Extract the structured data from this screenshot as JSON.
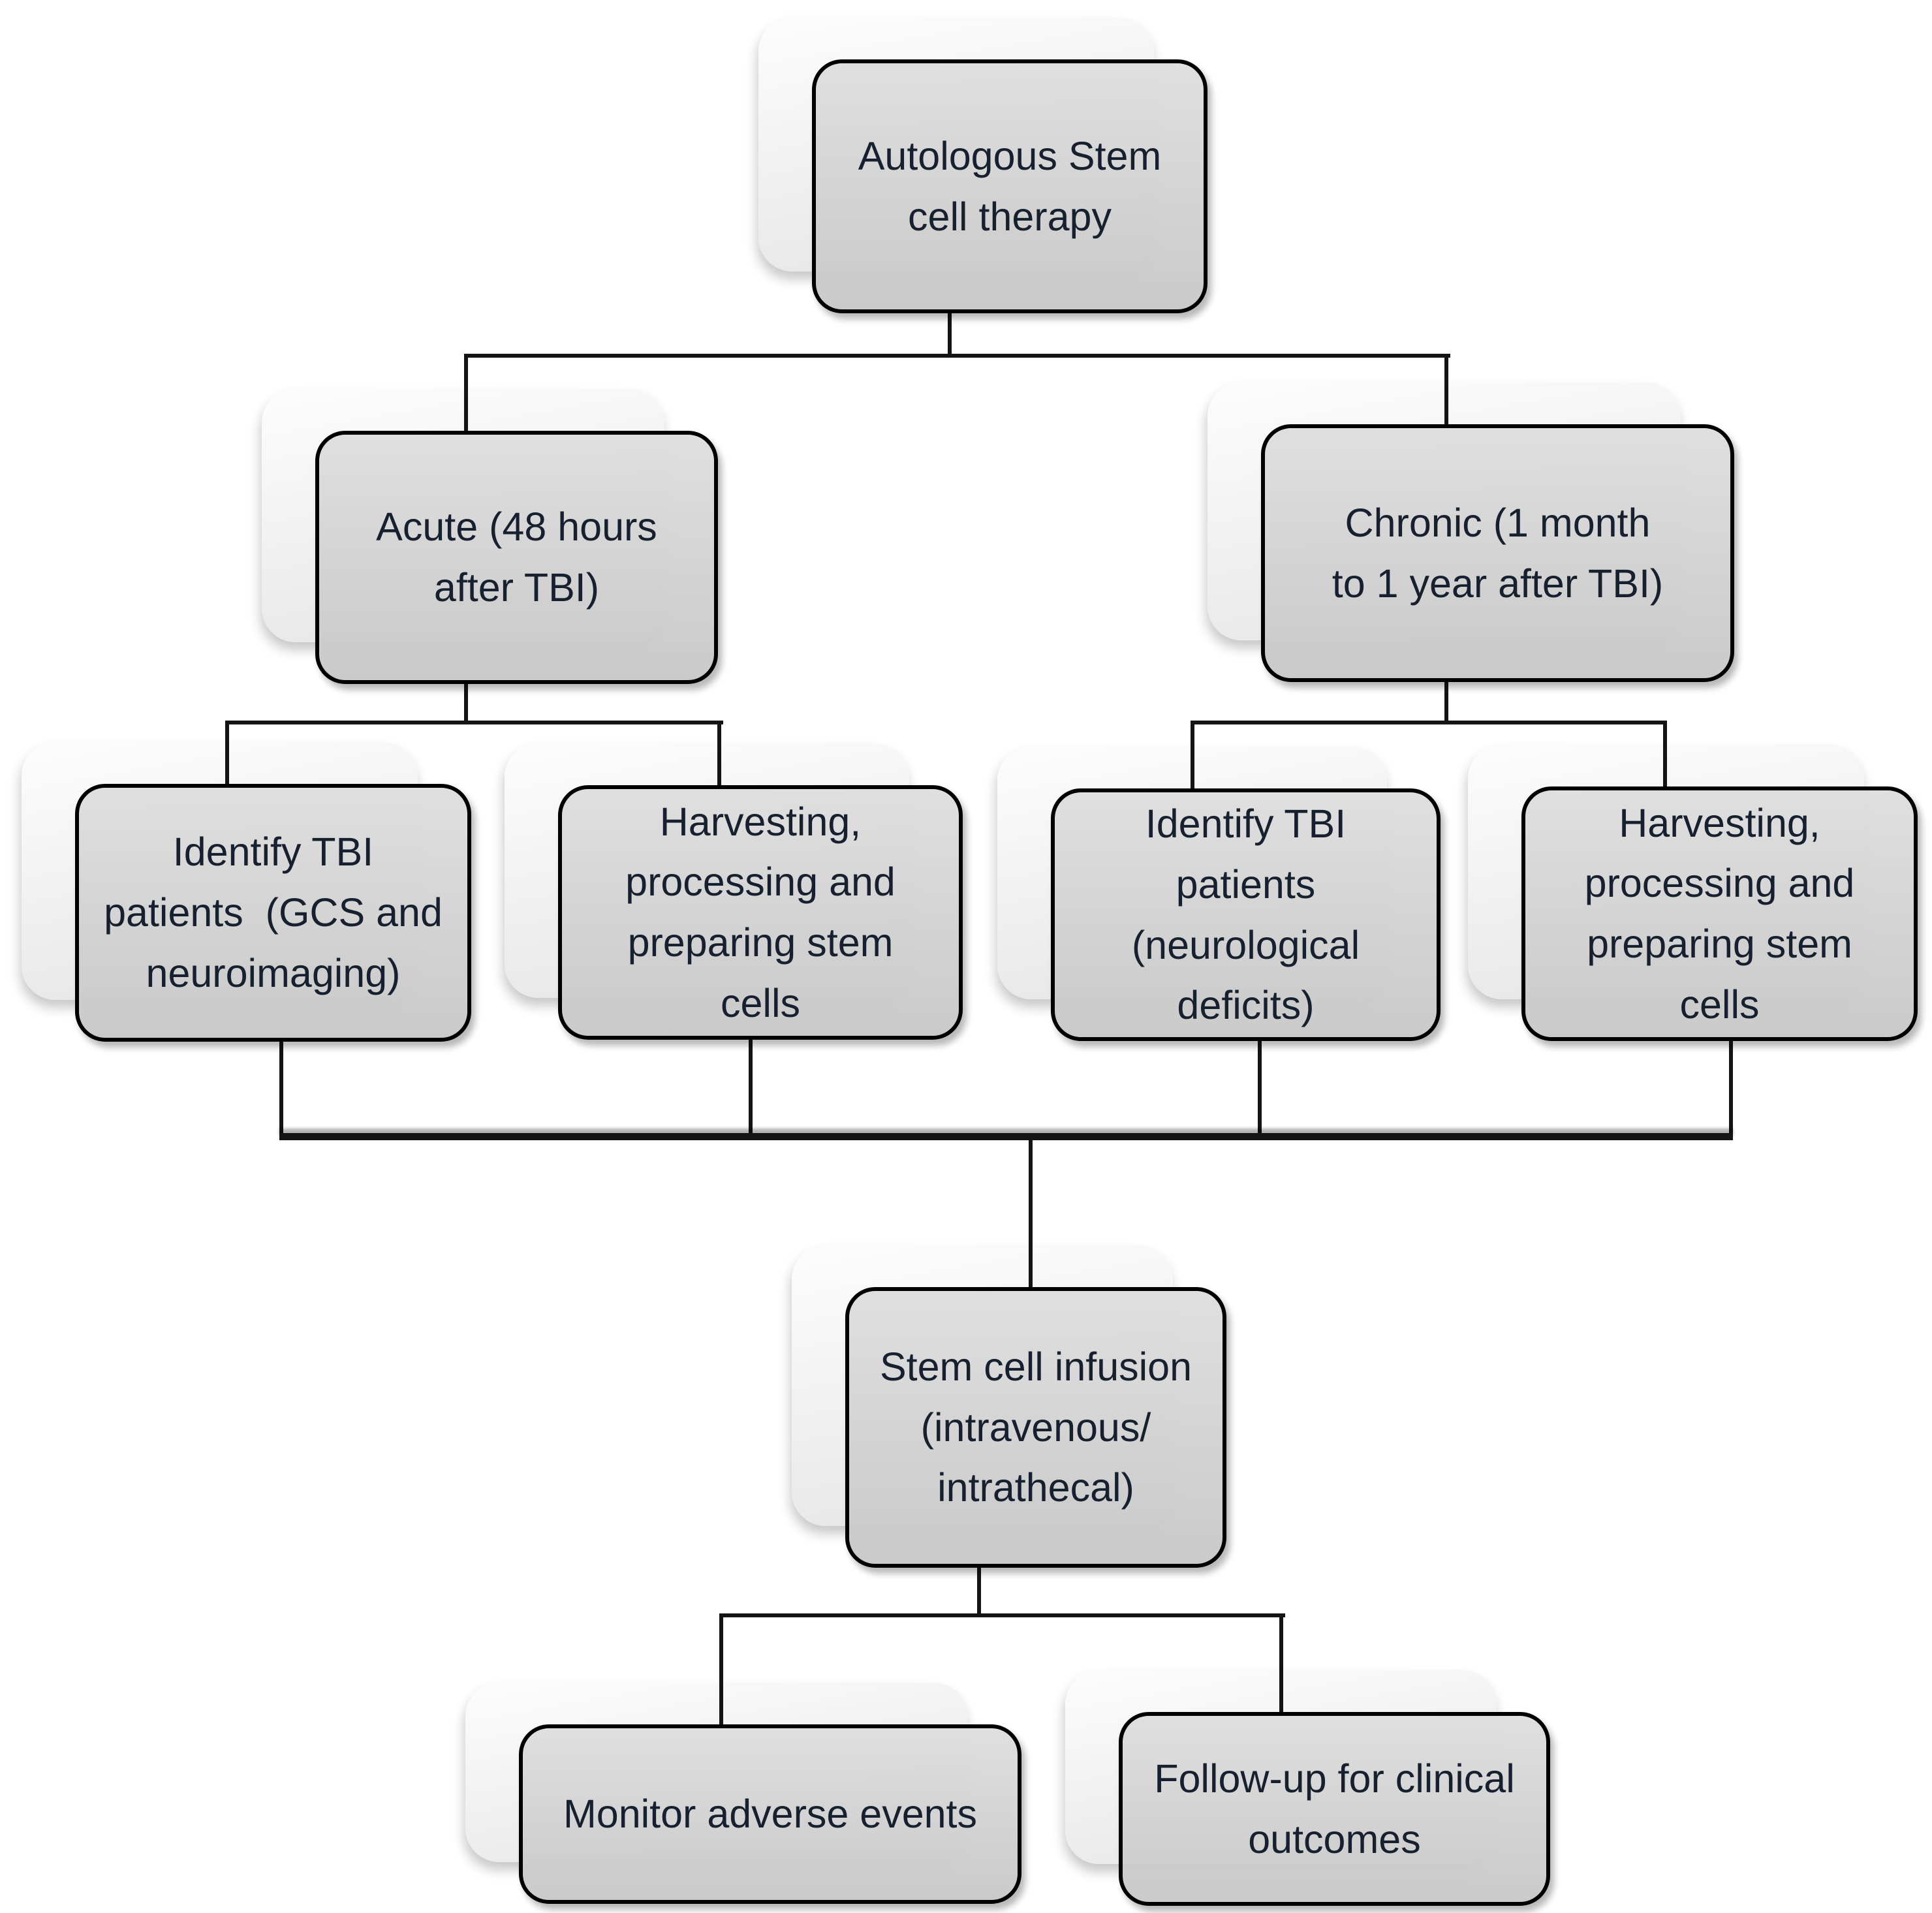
{
  "diagram": {
    "type": "flowchart",
    "title": "Autologous stem cell therapy pathway for TBI",
    "node_shape": "rounded-rectangle-with-back-shadow-card"
  },
  "colors": {
    "background": "#ffffff",
    "box_fill_top": "#dedede",
    "box_fill_bottom": "#c8c8c8",
    "box_border": "#000000",
    "ghost_fill_top": "#fdfdfd",
    "ghost_fill_bottom": "#e4e4e4",
    "connector": "#141414",
    "text": "#16202e"
  },
  "boxes": {
    "root": {
      "label": "Autologous Stem\ncell therapy"
    },
    "acute": {
      "label": "Acute (48 hours\nafter TBI)"
    },
    "chronic": {
      "label": "Chronic (1 month\nto 1 year after TBI)"
    },
    "identify_acute": {
      "label": "Identify TBI\npatients  (GCS and\nneuroimaging)"
    },
    "harvest_acute": {
      "label": "Harvesting,\nprocessing and\npreparing stem\ncells"
    },
    "identify_chronic": {
      "label": "Identify TBI\npatients\n(neurological\ndeficits)"
    },
    "harvest_chronic": {
      "label": "Harvesting,\nprocessing and\npreparing stem\ncells"
    },
    "infusion": {
      "label": "Stem cell infusion\n(intravenous/\nintrathecal)"
    },
    "monitor": {
      "label": "Monitor adverse events"
    },
    "followup": {
      "label": "Follow-up for clinical\noutcomes"
    }
  },
  "edges": [
    {
      "from": "root",
      "to": "acute"
    },
    {
      "from": "root",
      "to": "chronic"
    },
    {
      "from": "acute",
      "to": "identify_acute"
    },
    {
      "from": "acute",
      "to": "harvest_acute"
    },
    {
      "from": "chronic",
      "to": "identify_chronic"
    },
    {
      "from": "chronic",
      "to": "harvest_chronic"
    },
    {
      "from": "identify_acute",
      "to": "infusion"
    },
    {
      "from": "harvest_acute",
      "to": "infusion"
    },
    {
      "from": "identify_chronic",
      "to": "infusion"
    },
    {
      "from": "harvest_chronic",
      "to": "infusion"
    },
    {
      "from": "infusion",
      "to": "monitor"
    },
    {
      "from": "infusion",
      "to": "followup"
    }
  ]
}
